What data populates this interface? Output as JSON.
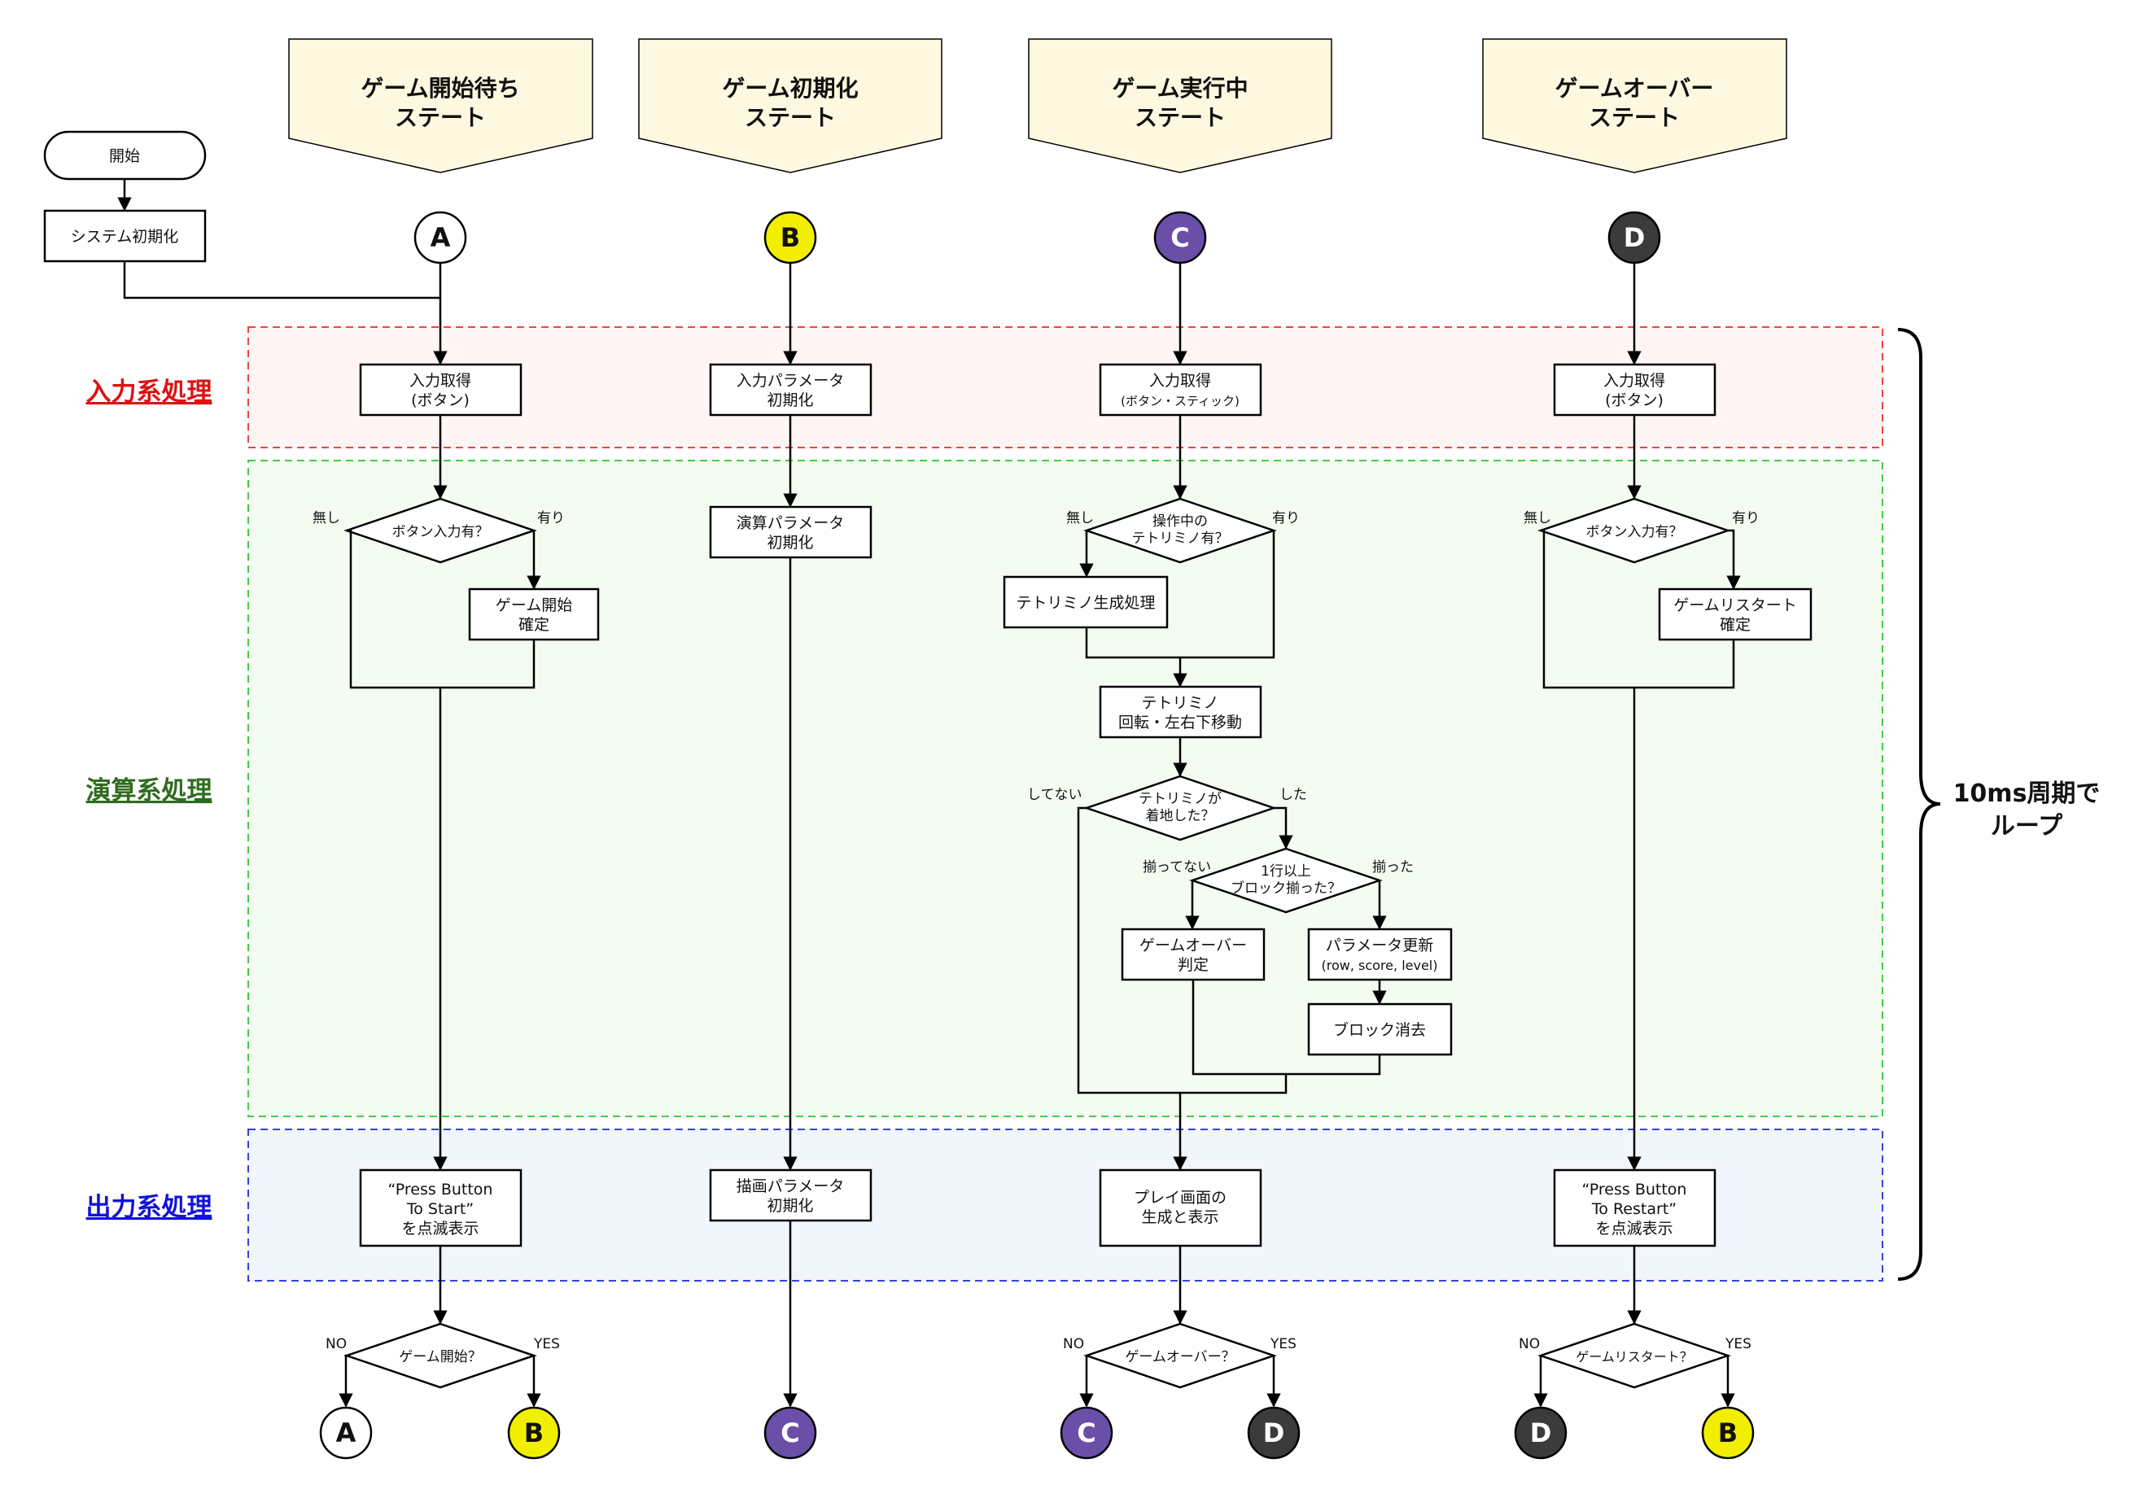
{
  "colors": {
    "input_band_fill": "#fff5f5",
    "input_band_border": "#ee4444",
    "calc_band_fill": "#f4fcf2",
    "calc_band_border": "#44cc44",
    "output_band_fill": "#f1f5fc",
    "output_band_border": "#3344dd",
    "header_fill": "#fdf8df",
    "connector_a": "#ffffff",
    "connector_b": "#f2ee00",
    "connector_c": "#6a4fa8",
    "connector_d": "#3b3b3b",
    "input_label": "#dd1111",
    "calc_label": "#2f6b1f",
    "output_label": "#1111dd"
  },
  "bands": {
    "input": "入力系処理",
    "calc": "演算系処理",
    "output": "出力系処理"
  },
  "loop_label": [
    "10ms周期で",
    "ループ"
  ],
  "start": {
    "terminal": "開始",
    "init": "システム初期化"
  },
  "states": [
    {
      "title": [
        "ゲーム開始待ち",
        "ステート"
      ],
      "connector": "A"
    },
    {
      "title": [
        "ゲーム初期化",
        "ステート"
      ],
      "connector": "B"
    },
    {
      "title": [
        "ゲーム実行中",
        "ステート"
      ],
      "connector": "C"
    },
    {
      "title": [
        "ゲームオーバー",
        "ステート"
      ],
      "connector": "D"
    }
  ],
  "col_a": {
    "input": [
      "入力取得",
      "(ボタン)"
    ],
    "decision": "ボタン入力有？",
    "no": "無し",
    "yes": "有り",
    "confirm": [
      "ゲーム開始",
      "確定"
    ],
    "output": [
      "“Press Button",
      "To Start”",
      "を点滅表示"
    ],
    "end_decision": "ゲーム開始？",
    "end_no": "NO",
    "end_yes": "YES",
    "to_no": "A",
    "to_yes": "B"
  },
  "col_b": {
    "input": [
      "入力パラメータ",
      "初期化"
    ],
    "calc": [
      "演算パラメータ",
      "初期化"
    ],
    "output": [
      "描画パラメータ",
      "初期化"
    ],
    "to": "C"
  },
  "col_c": {
    "input": [
      "入力取得",
      "(ボタン・スティック)"
    ],
    "decision1": [
      "操作中の",
      "テトリミノ有？"
    ],
    "no1": "無し",
    "yes1": "有り",
    "generate": "テトリミノ生成処理",
    "move": [
      "テトリミノ",
      "回転・左右下移動"
    ],
    "decision2": [
      "テトリミノが",
      "着地した？"
    ],
    "no2": "してない",
    "yes2": "した",
    "decision3": [
      "1行以上",
      "ブロック揃った？"
    ],
    "no3": "揃ってない",
    "yes3": "揃った",
    "gameover_judge": [
      "ゲームオーバー",
      "判定"
    ],
    "param_update": [
      "パラメータ更新",
      "(row, score, level)"
    ],
    "block_clear": "ブロック消去",
    "output": [
      "プレイ画面の",
      "生成と表示"
    ],
    "end_decision": "ゲームオーバー？",
    "end_no": "NO",
    "end_yes": "YES",
    "to_no": "C",
    "to_yes": "D"
  },
  "col_d": {
    "input": [
      "入力取得",
      "(ボタン)"
    ],
    "decision": "ボタン入力有？",
    "no": "無し",
    "yes": "有り",
    "confirm": [
      "ゲームリスタート",
      "確定"
    ],
    "output": [
      "“Press Button",
      "To Restart”",
      "を点滅表示"
    ],
    "end_decision": "ゲームリスタート？",
    "end_no": "NO",
    "end_yes": "YES",
    "to_no": "D",
    "to_yes": "B"
  }
}
